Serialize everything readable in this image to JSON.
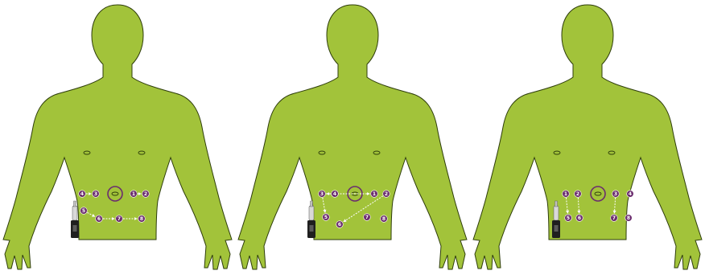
{
  "colors": {
    "body": "#a2c33a",
    "outline": "#2e3d0b",
    "site": "#6b2d6e",
    "site_text": "#ffffff",
    "navel_ring": "#6b2d6e",
    "arrow": "#ffffff",
    "pump": "#1f1f1f",
    "pen": "#d9d9d9"
  },
  "icons": {
    "figure": "torso-silhouette-icon",
    "navel": "navel-ring-icon",
    "device": "insulin-pump-icon"
  },
  "panels": [
    {
      "sites": [
        {
          "label": "4"
        },
        {
          "label": "3"
        },
        {
          "label": "1"
        },
        {
          "label": "2"
        },
        {
          "label": "5"
        },
        {
          "label": "6"
        },
        {
          "label": "7"
        },
        {
          "label": "8"
        }
      ]
    },
    {
      "sites": [
        {
          "label": "3"
        },
        {
          "label": "4"
        },
        {
          "label": "1"
        },
        {
          "label": "2"
        },
        {
          "label": "5"
        },
        {
          "label": "6"
        },
        {
          "label": "7"
        },
        {
          "label": "8"
        }
      ]
    },
    {
      "sites": [
        {
          "label": "1"
        },
        {
          "label": "2"
        },
        {
          "label": "3"
        },
        {
          "label": "4"
        },
        {
          "label": "5"
        },
        {
          "label": "6"
        },
        {
          "label": "7"
        },
        {
          "label": "8"
        }
      ]
    }
  ]
}
